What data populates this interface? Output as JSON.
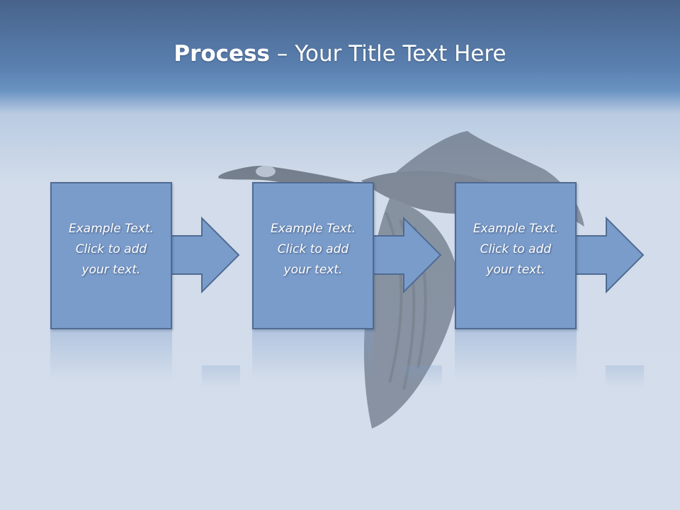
{
  "slide": {
    "title_strong": "Process",
    "title_separator": " – ",
    "title_rest": "Your Title Text Here"
  },
  "steps": [
    {
      "text": "Example Text.\nClick  to add\nyour text."
    },
    {
      "text": "Example Text.\nClick  to add\nyour text."
    },
    {
      "text": "Example Text.\nClick  to add\nyour text."
    }
  ],
  "colors": {
    "box_fill": "#7a9ccb",
    "box_border": "#4f6b92",
    "title_text": "#ffffff"
  },
  "background_image": "canada-goose-in-flight"
}
